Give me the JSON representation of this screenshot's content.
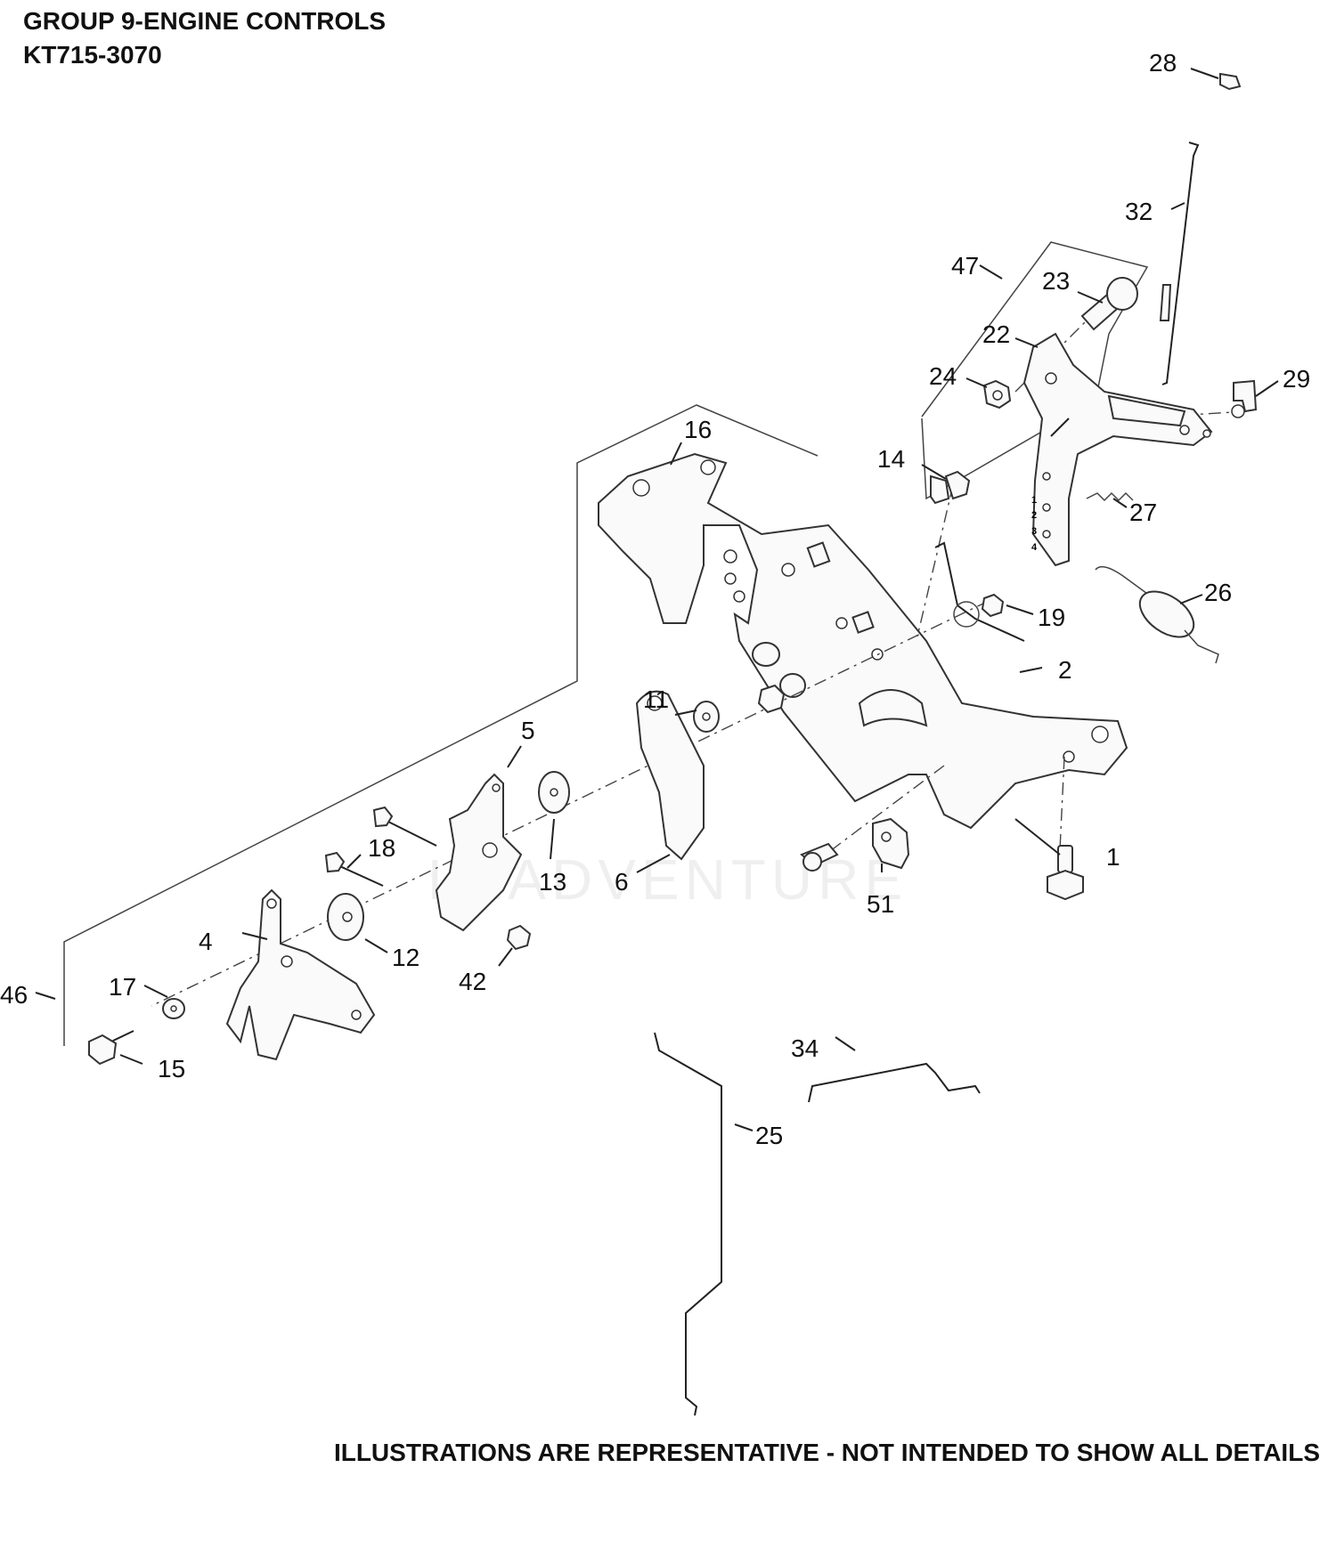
{
  "header": {
    "title": "GROUP 9-ENGINE CONTROLS",
    "model": "KT715-3070"
  },
  "footer": {
    "note": "ILLUSTRATIONS ARE REPRESENTATIVE - NOT INTENDED TO SHOW ALL DETAILS"
  },
  "watermark": "LEADVENTURE",
  "plate_marks": [
    "1",
    "2",
    "3",
    "4"
  ],
  "callouts": [
    "1",
    "2",
    "4",
    "5",
    "6",
    "11",
    "12",
    "13",
    "14",
    "15",
    "16",
    "17",
    "18",
    "19",
    "22",
    "23",
    "24",
    "25",
    "26",
    "27",
    "28",
    "29",
    "32",
    "34",
    "42",
    "46",
    "47",
    "51"
  ]
}
